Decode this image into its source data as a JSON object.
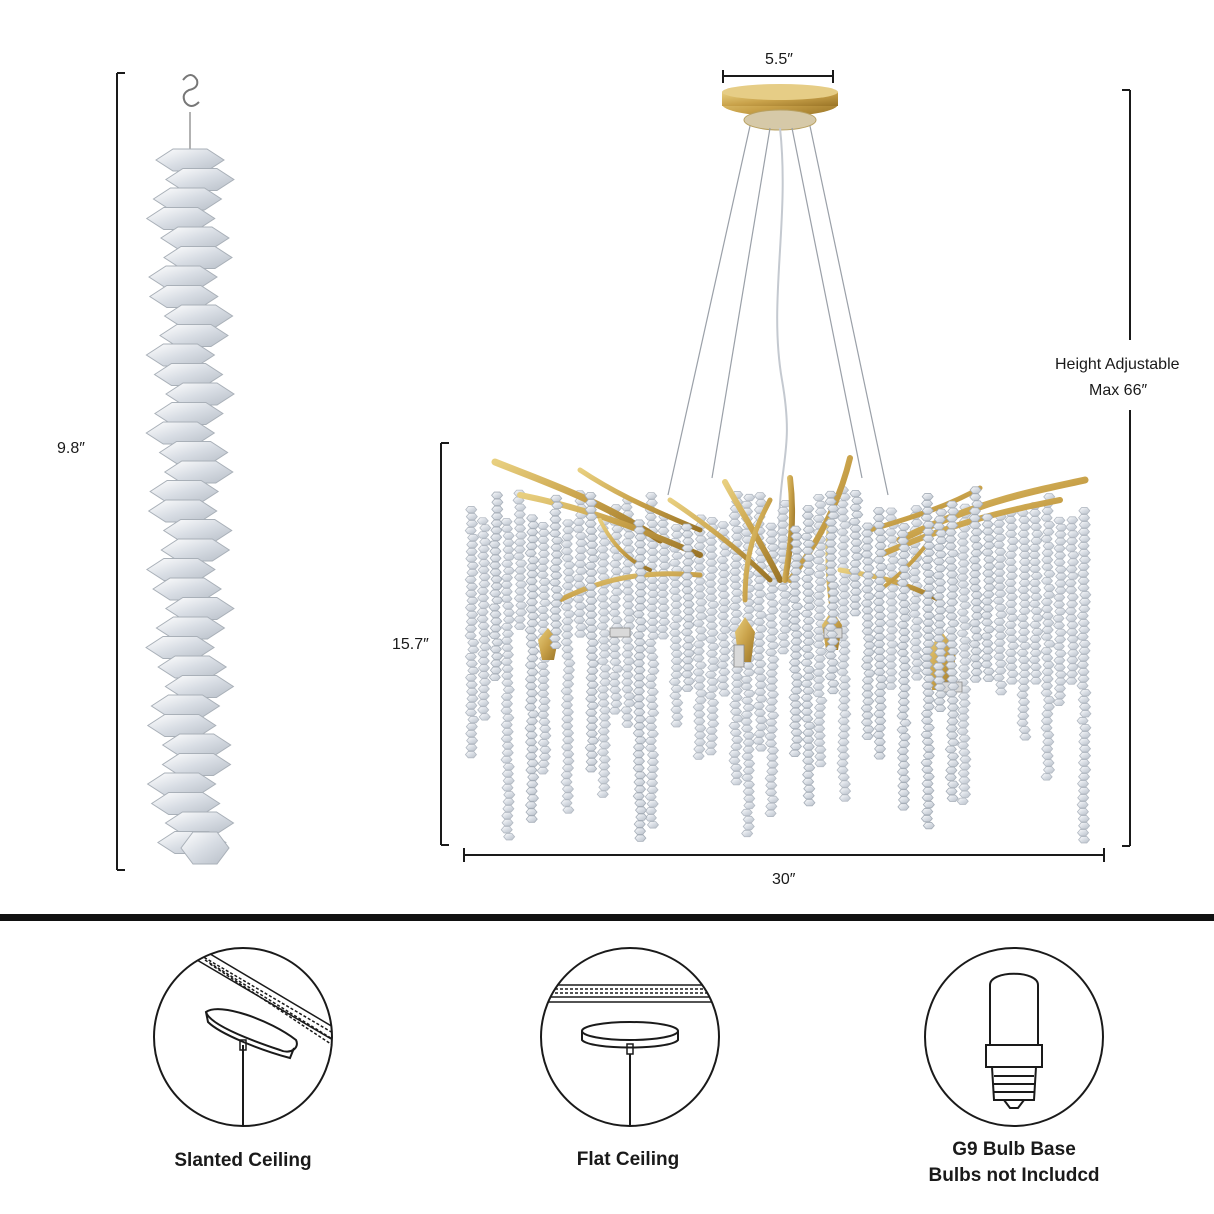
{
  "dimensions": {
    "strand_height": "9.8″",
    "canopy_width": "5.5″",
    "body_height": "15.7″",
    "body_width": "30″",
    "height_adjustable_line1": "Height Adjustable",
    "height_adjustable_line2": "Max 66″"
  },
  "icons": [
    {
      "name": "slanted-ceiling-icon",
      "caption": "Slanted Ceiling",
      "caption2": ""
    },
    {
      "name": "flat-ceiling-icon",
      "caption": "Flat Ceiling",
      "caption2": ""
    },
    {
      "name": "bulb-icon",
      "caption": "G9 Bulb Base",
      "caption2": "Bulbs not Includcd"
    }
  ],
  "colors": {
    "gold": "#c9a24a",
    "line": "#1a1a1a",
    "crystal": "#dfe4ea"
  }
}
